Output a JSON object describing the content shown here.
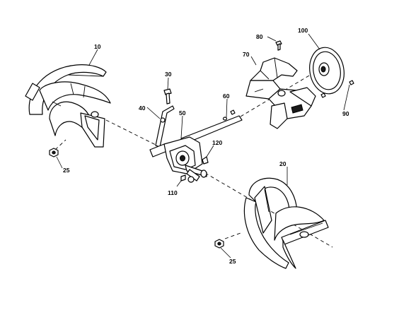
{
  "callouts": {
    "c10": "10",
    "c20": "20",
    "c25a": "25",
    "c25b": "25",
    "c30": "30",
    "c40": "40",
    "c50": "50",
    "c60": "60",
    "c70": "70",
    "c80": "80",
    "c90": "90",
    "c100": "100",
    "c110": "110",
    "c120": "120"
  }
}
